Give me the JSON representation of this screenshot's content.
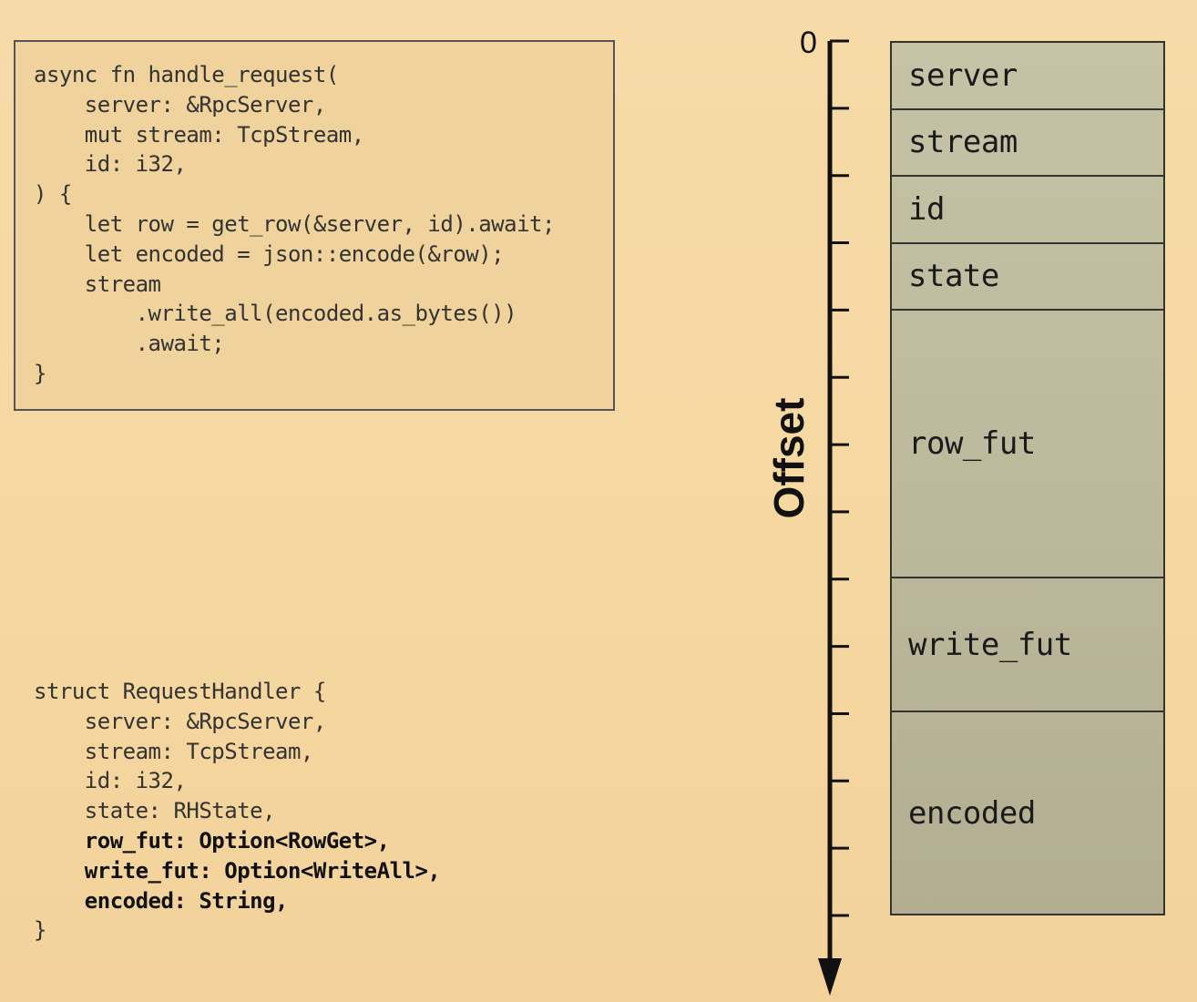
{
  "async_code": {
    "lines": [
      "async fn handle_request(",
      "    server: &RpcServer,",
      "    mut stream: TcpStream,",
      "    id: i32,",
      ") {",
      "    let row = get_row(&server, id).await;",
      "    let encoded = json::encode(&row);",
      "    stream",
      "        .write_all(encoded.as_bytes())",
      "        .await;",
      "}"
    ]
  },
  "struct_code": {
    "lines": [
      "struct RequestHandler {",
      "    server: &RpcServer,",
      "    stream: TcpStream,",
      "    id: i32,",
      "    state: RHState,",
      "    row_fut: Option<RowGet>,",
      "    write_fut: Option<WriteAll>,",
      "    encoded: String,",
      "}"
    ],
    "bold_lines": [
      5,
      6,
      7
    ]
  },
  "axis": {
    "zero_label": "0",
    "title": "Offset"
  },
  "layout": {
    "fields": [
      {
        "label": "server",
        "size": 1
      },
      {
        "label": "stream",
        "size": 1
      },
      {
        "label": "id",
        "size": 1
      },
      {
        "label": "state",
        "size": 1
      },
      {
        "label": "row_fut",
        "size": 4
      },
      {
        "label": "write_fut",
        "size": 2
      },
      {
        "label": "encoded",
        "size": 3
      }
    ]
  }
}
